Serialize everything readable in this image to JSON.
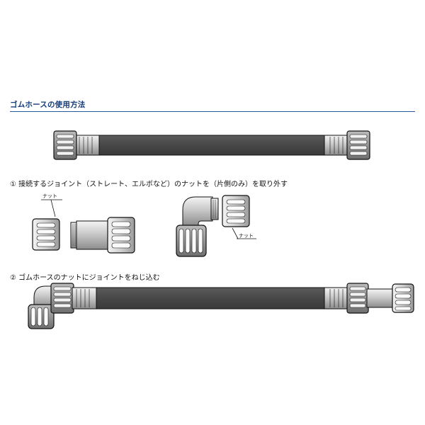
{
  "section": {
    "title": "ゴムホースの使用方法"
  },
  "steps": [
    {
      "text": "① 接続するジョイント（ストレート、エルボなど）のナットを（片側のみ）を取り外す"
    },
    {
      "text": "② ゴムホースのナットにジョイントをねじ込む"
    }
  ],
  "labels": {
    "nut": "ナット"
  },
  "colors": {
    "accent": "#163d7a",
    "rule": "#2b5a9c",
    "hose": "#4a4a4a",
    "metal": "#d8d8d8",
    "outline": "#111111"
  }
}
